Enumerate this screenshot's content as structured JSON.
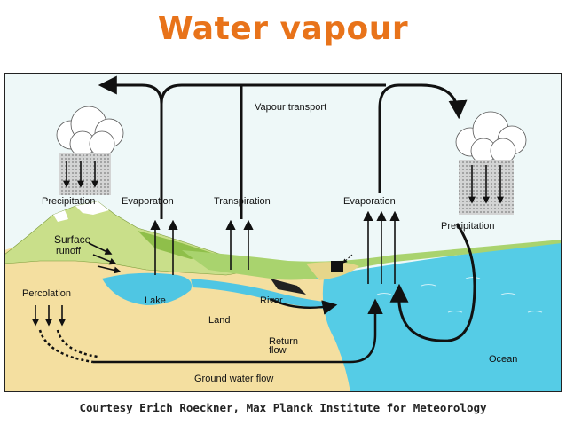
{
  "title": "Water vapour",
  "credit": "Courtesy Erich Roeckner, Max Planck Institute for Meteorology",
  "colors": {
    "title": "#E8731A",
    "sky": "#EEF8F8",
    "ocean": "#55CCE6",
    "lake": "#4FC6E3",
    "land": "#F4DFA0",
    "grass": "#A9D36E",
    "frame": "#222222"
  },
  "labels": {
    "vapour_transport": "Vapour transport",
    "precipitation_left": "Precipitation",
    "evaporation_left": "Evaporation",
    "transpiration": "Transpiration",
    "evaporation_right": "Evaporation",
    "precipitation_right": "Precipitation",
    "surface": "Surface",
    "runoff": "runoff",
    "percolation": "Percolation",
    "lake": "Lake",
    "river": "River",
    "land": "Land",
    "return": "Return",
    "flow": "flow",
    "ocean": "Ocean",
    "ground_water_flow": "Ground water flow"
  },
  "icons": [
    "cloud-icon",
    "rain-icon",
    "arrow-icon",
    "pipe-icon"
  ]
}
